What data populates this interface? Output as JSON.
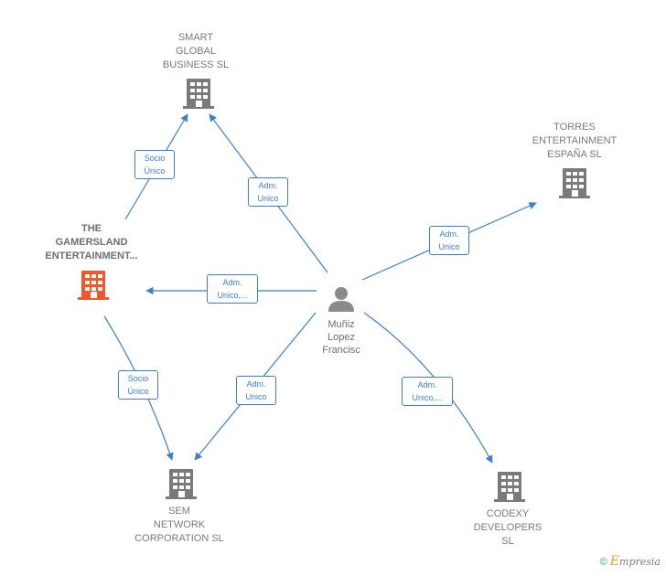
{
  "nodes": {
    "smart_global": {
      "lines": [
        "SMART",
        "GLOBAL",
        "BUSINESS SL"
      ]
    },
    "torres": {
      "lines": [
        "TORRES",
        "ENTERTAINMENT",
        "ESPAÑA  SL"
      ]
    },
    "gamersland": {
      "lines": [
        "THE",
        "GAMERSLAND",
        "ENTERTAINMENT..."
      ]
    },
    "person": {
      "lines": [
        "Muñiz",
        "Lopez",
        "Francisc"
      ]
    },
    "sem_network": {
      "lines": [
        "SEM",
        "NETWORK",
        "CORPORATION SL"
      ]
    },
    "codexy": {
      "lines": [
        "CODEXY",
        "DEVELOPERS",
        "SL"
      ]
    }
  },
  "edges": {
    "gamersland_smart": [
      "Socio",
      "Único"
    ],
    "person_smart": [
      "Adm.",
      "Unico"
    ],
    "person_torres": [
      "Adm.",
      "Unico"
    ],
    "person_gamersland": [
      "Adm.",
      "Unico,..."
    ],
    "gamersland_sem": [
      "Socio",
      "Único"
    ],
    "person_sem": [
      "Adm.",
      "Unico"
    ],
    "person_codexy": [
      "Adm.",
      "Unico,..."
    ]
  },
  "colors": {
    "edge": "#3b7fd4",
    "building_gray": "#7a7a7a",
    "building_highlight": "#f0582a",
    "person": "#8a8a8a"
  },
  "footer": {
    "copyright": "©",
    "brand_e": "E",
    "brand_rest": "mpresia"
  }
}
